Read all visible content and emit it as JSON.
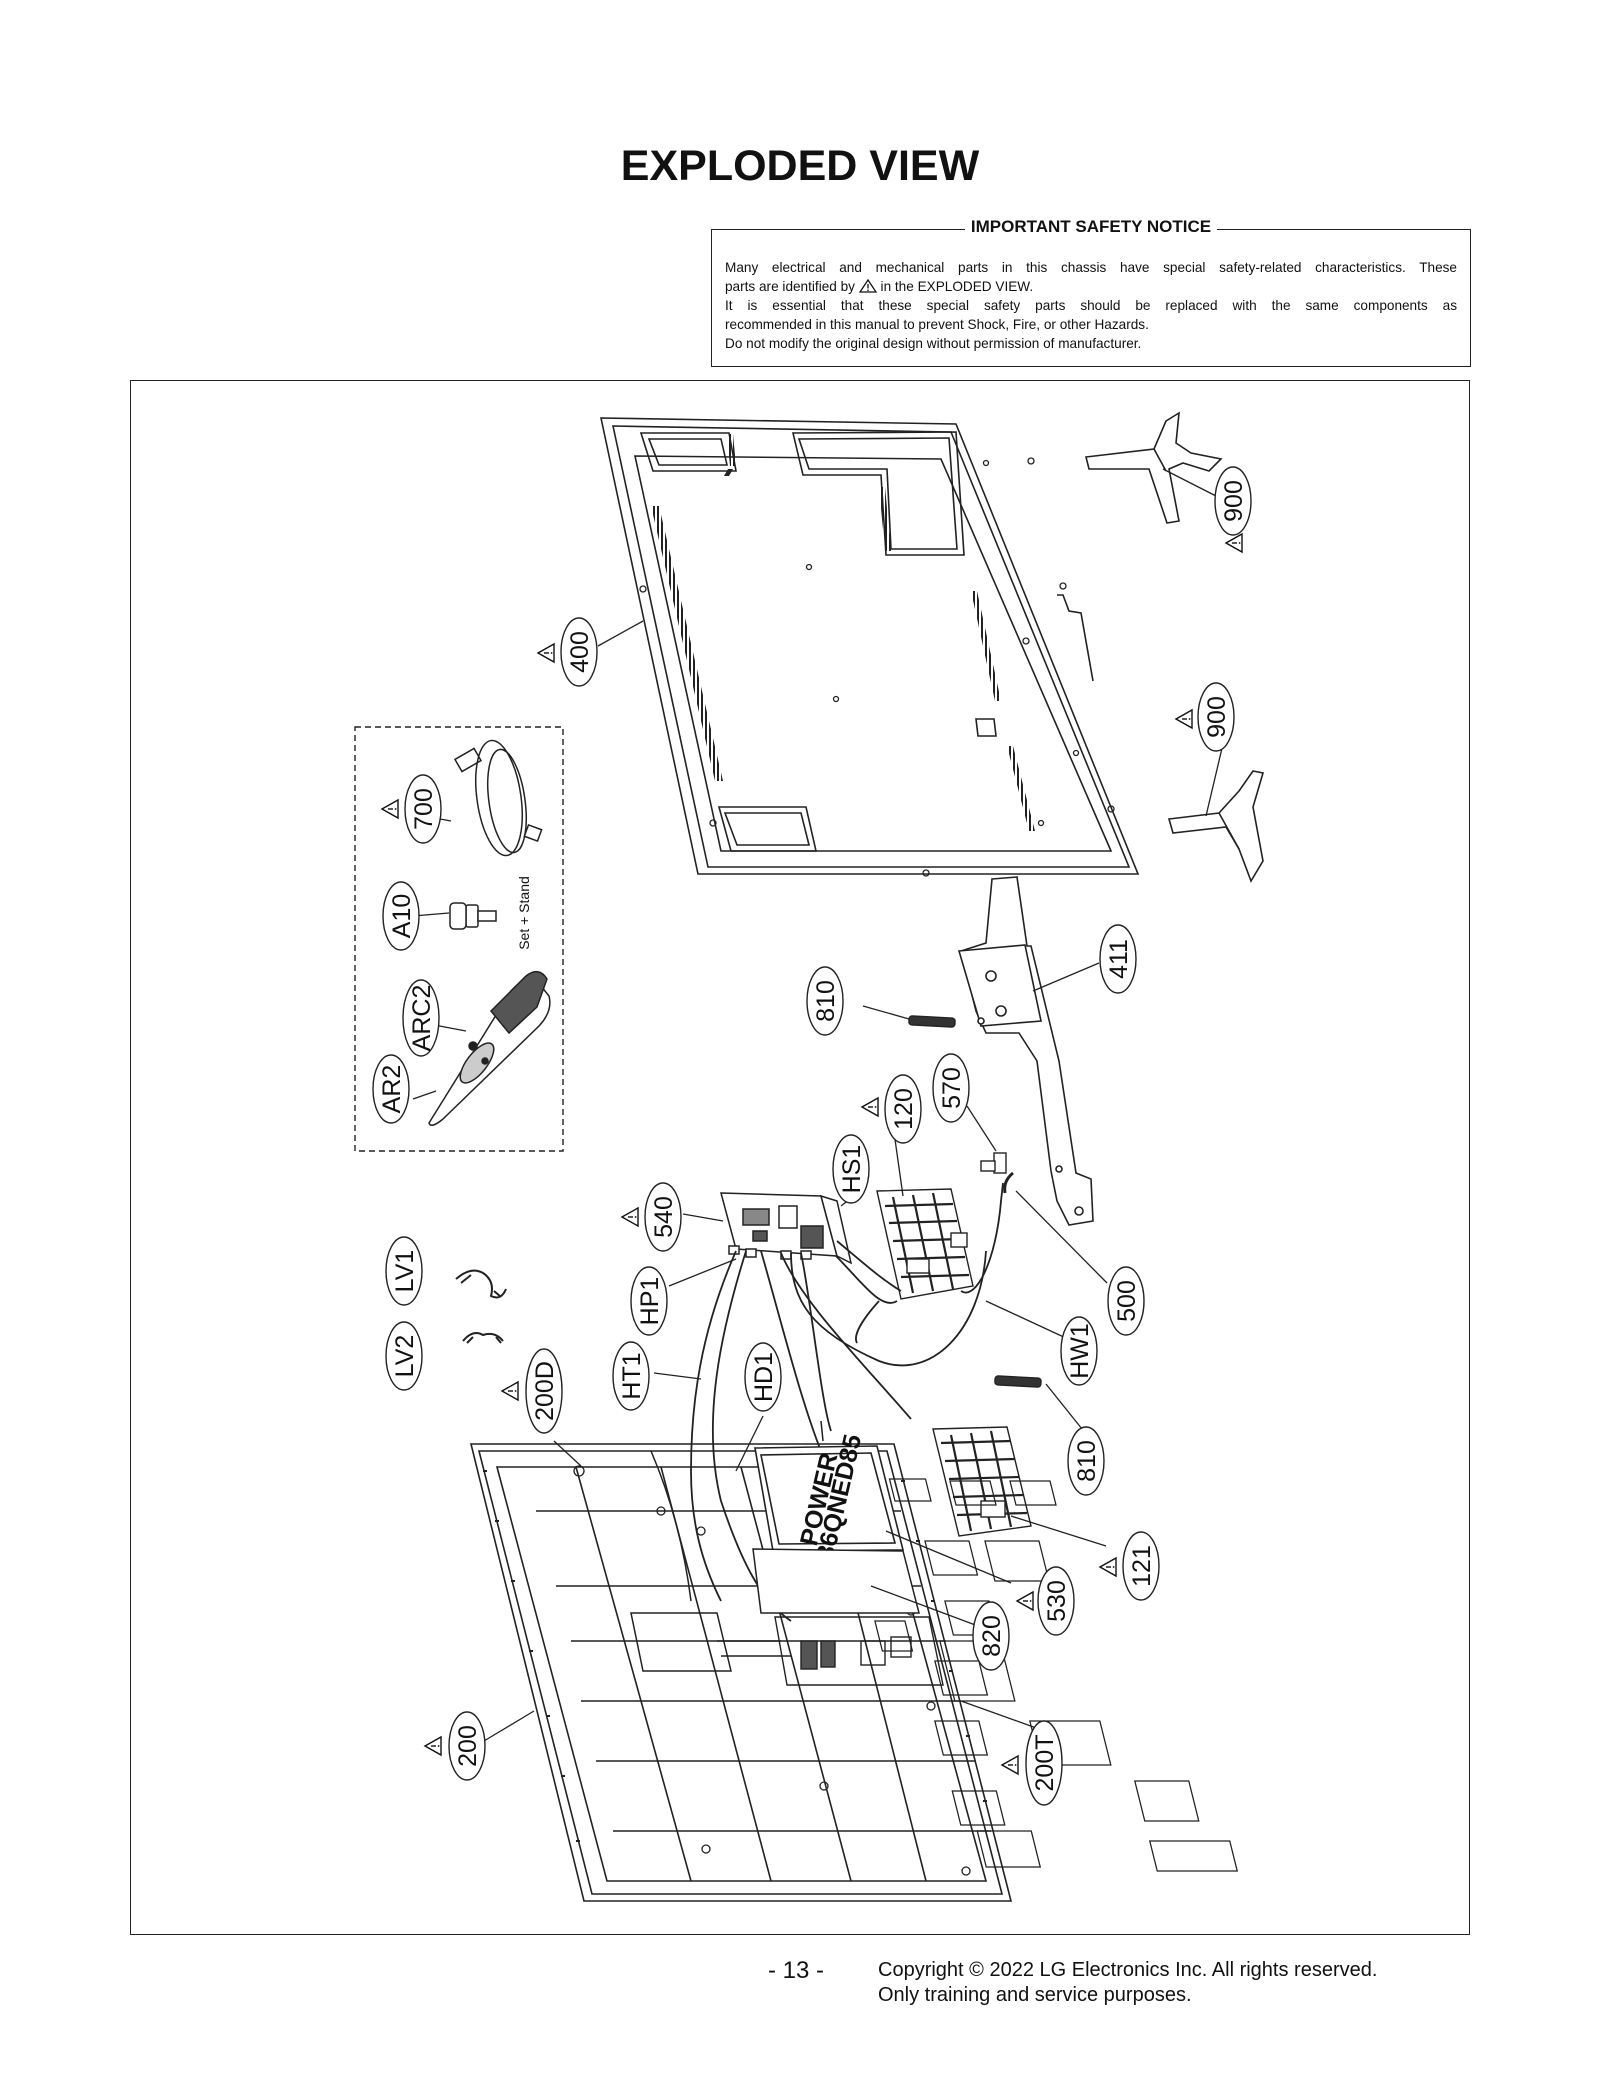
{
  "page": {
    "title": "EXPLODED VIEW",
    "page_number": "- 13 -",
    "copyright": "Copyright © 2022 LG Electronics Inc. All rights reserved.",
    "copyright_line2": "Only training and service purposes."
  },
  "notice": {
    "title": "IMPORTANT SAFETY NOTICE",
    "line1": "Many electrical and mechanical parts in this chassis have special safety-related characteristics. These",
    "line2_pre": "parts are identified by",
    "line2_post": "in the EXPLODED VIEW.",
    "line3": "It is essential that these special safety parts should be replaced with the same components as",
    "line4": "recommended in this manual to prevent Shock, Fire, or other Hazards.",
    "line5": "Do not modify the original design without permission of manufacturer."
  },
  "parts": {
    "p400": "400",
    "p900a": "900",
    "p900b": "900",
    "p700": "700",
    "pA10": "A10",
    "pARC2": "ARC2",
    "pAR2": "AR2",
    "p411": "411",
    "p810a": "810",
    "p570": "570",
    "p120": "120",
    "pHS1": "HS1",
    "p540": "540",
    "pHP1": "HP1",
    "p500": "500",
    "pHW1": "HW1",
    "pLV1": "LV1",
    "pLV2": "LV2",
    "pHT1": "HT1",
    "pHD1": "HD1",
    "p200D": "200D",
    "p810b": "810",
    "p121": "121",
    "p530": "530",
    "p820": "820",
    "p200T": "200T",
    "p200": "200"
  },
  "accessory_note": "Set + Stand",
  "power_label": "POWER",
  "power_model": "86QNED85",
  "icons": {
    "warning": "warning-triangle-icon"
  }
}
